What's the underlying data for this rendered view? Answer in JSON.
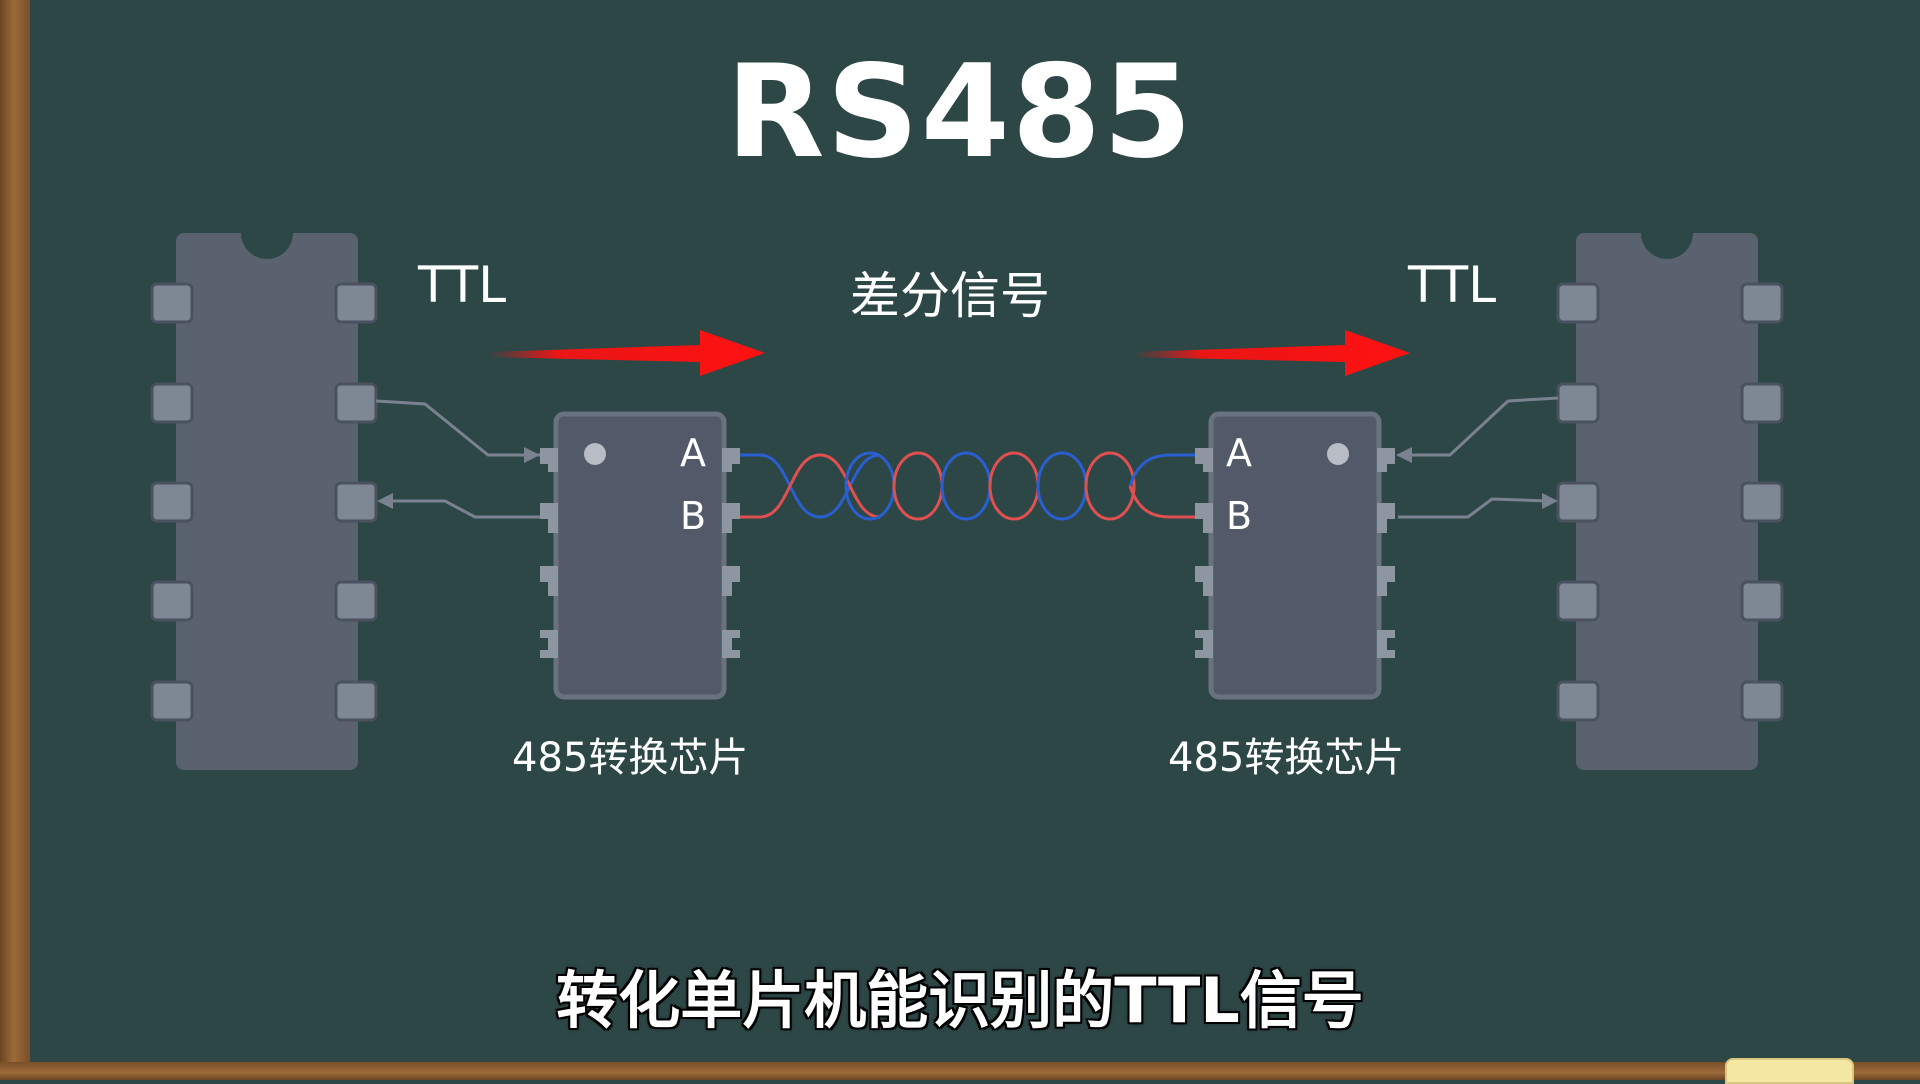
{
  "title": "RS485",
  "labels": {
    "ttl_left": "TTL",
    "ttl_right": "TTL",
    "differential_signal": "差分信号",
    "converter_left": "485转换芯片",
    "converter_right": "485转换芯片",
    "pin_a": "A",
    "pin_b": "B"
  },
  "subtitle": "转化单片机能识别的TTL信号",
  "colors": {
    "board": "#2d4646",
    "chip": "#5a6270",
    "converter": "#525a6a",
    "arrow": "#ff1111",
    "wire_red": "#e05050",
    "wire_blue": "#2a5fd0"
  }
}
